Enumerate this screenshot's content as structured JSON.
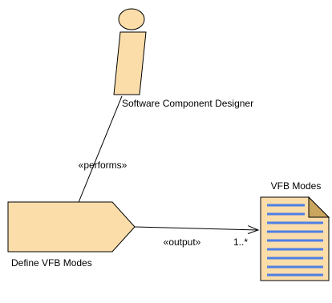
{
  "diagram": {
    "nodes": {
      "role": {
        "label": "Software Component Designer",
        "type": "role"
      },
      "task": {
        "label": "Define VFB Modes",
        "type": "task"
      },
      "artifact": {
        "label": "VFB Modes",
        "type": "document"
      }
    },
    "edges": {
      "performs": {
        "label": "«performs»",
        "from": "role",
        "to": "task"
      },
      "output": {
        "label": "«output»",
        "multiplicity": "1..*",
        "from": "task",
        "to": "artifact"
      }
    }
  },
  "colors": {
    "shape_fill": "#FBDDAA",
    "shape_stroke": "#000000",
    "doc_fold": "#C9A55E",
    "doc_lines": "#4F7FE3"
  }
}
